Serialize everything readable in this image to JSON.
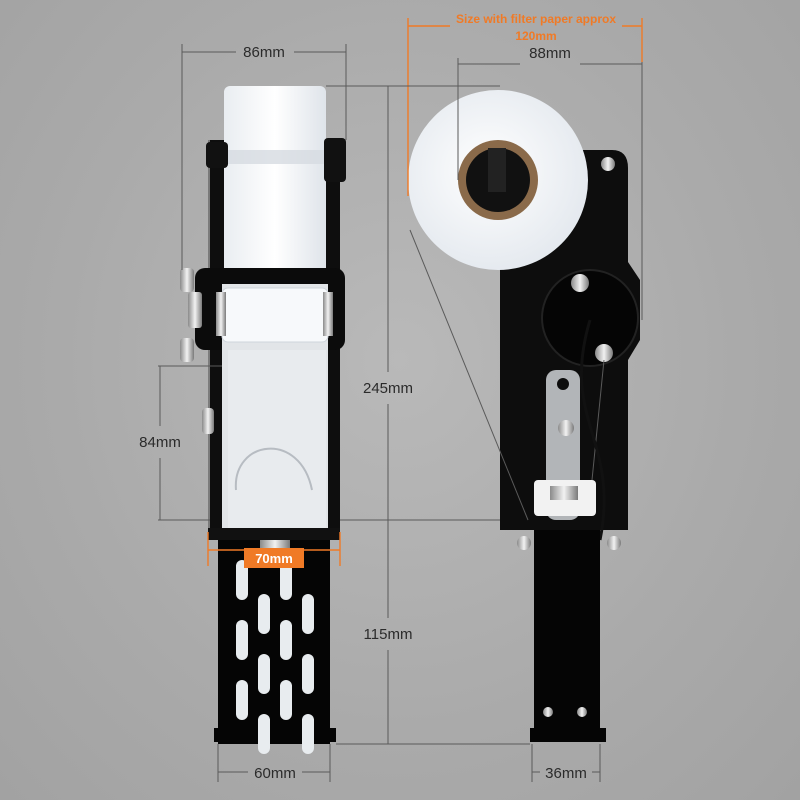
{
  "dimensions": {
    "top_width_left": "86mm",
    "top_width_right": "88mm",
    "total_height": "245mm",
    "side_height": "84mm",
    "base_width": "70mm",
    "lower_height": "115mm",
    "bottom_width_left": "60mm",
    "bottom_width_right": "36mm"
  },
  "annotation": {
    "line1": "Size with filter paper approx",
    "line2": "120mm"
  },
  "colors": {
    "accent": "#f07a26",
    "device_body": "#0d0d0d",
    "paper": "#f4f6f8",
    "background": "#ababab"
  }
}
